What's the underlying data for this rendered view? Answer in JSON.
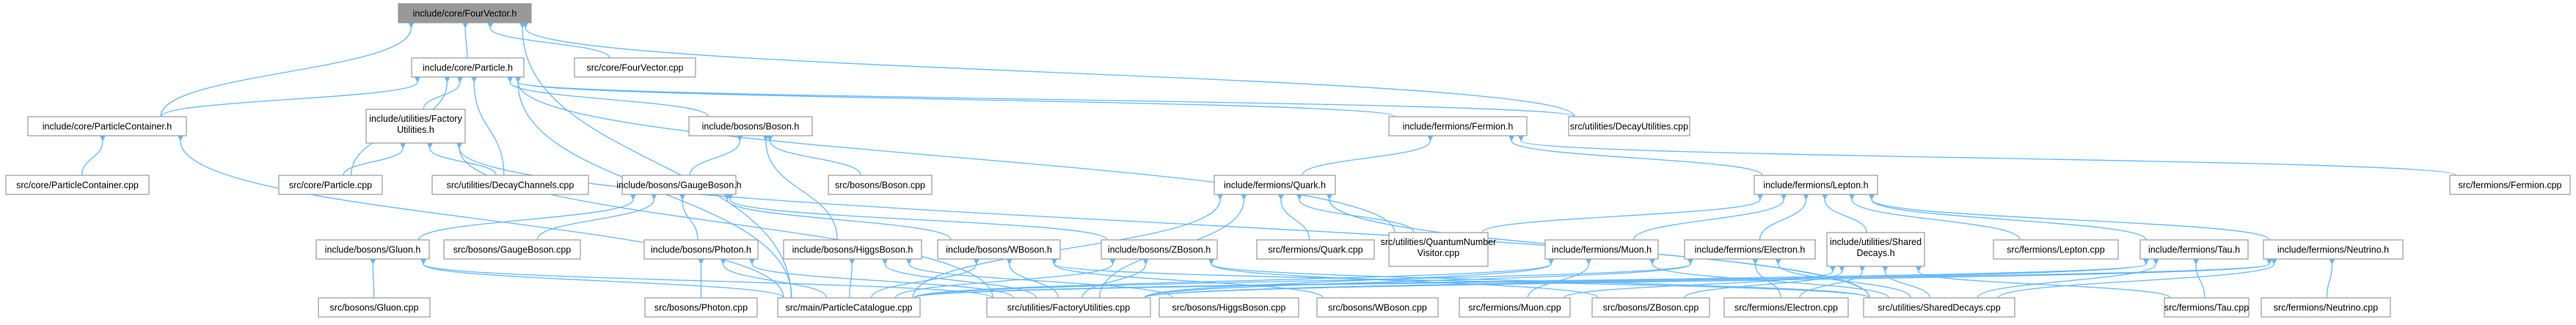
{
  "graph": {
    "kind": "include dependency graph",
    "root": "include/core/FourVector.h",
    "colors": {
      "edge": "#63B8FF",
      "node_border": "#999999",
      "node_fill": "#ffffff",
      "root_fill": "#999999",
      "text": "#000000"
    },
    "nodes": [
      {
        "id": "fourvector_h",
        "label": "include/core/FourVector.h",
        "root": true
      },
      {
        "id": "fourvector_cpp",
        "label": "src/core/FourVector.cpp"
      },
      {
        "id": "particle_h",
        "label": "include/core/Particle.h"
      },
      {
        "id": "container_h",
        "label": "include/core/ParticleContainer.h"
      },
      {
        "id": "container_cpp",
        "label": "src/core/ParticleContainer.cpp"
      },
      {
        "id": "factory_h",
        "label": "include/utilities/Factory Utilities.h"
      },
      {
        "id": "boson_h",
        "label": "include/bosons/Boson.h"
      },
      {
        "id": "fermion_h",
        "label": "include/fermions/Fermion.h"
      },
      {
        "id": "decayutil_cpp",
        "label": "src/utilities/DecayUtilities.cpp"
      },
      {
        "id": "particle_cpp",
        "label": "src/core/Particle.cpp"
      },
      {
        "id": "decaychannels_cpp",
        "label": "src/utilities/DecayChannels.cpp"
      },
      {
        "id": "gaugeboson_h",
        "label": "include/bosons/GaugeBoson.h"
      },
      {
        "id": "boson_cpp",
        "label": "src/bosons/Boson.cpp"
      },
      {
        "id": "quark_h",
        "label": "include/fermions/Quark.h"
      },
      {
        "id": "lepton_h",
        "label": "include/fermions/Lepton.h"
      },
      {
        "id": "fermion_cpp",
        "label": "src/fermions/Fermion.cpp"
      },
      {
        "id": "gluon_h",
        "label": "include/bosons/Gluon.h"
      },
      {
        "id": "gaugeboson_cpp",
        "label": "src/bosons/GaugeBoson.cpp"
      },
      {
        "id": "photon_h",
        "label": "include/bosons/Photon.h"
      },
      {
        "id": "higgs_h",
        "label": "include/bosons/HiggsBoson.h"
      },
      {
        "id": "wboson_h",
        "label": "include/bosons/WBoson.h"
      },
      {
        "id": "zboson_h",
        "label": "include/bosons/ZBoson.h"
      },
      {
        "id": "quark_cpp",
        "label": "src/fermions/Quark.cpp"
      },
      {
        "id": "qnv_cpp",
        "label": "src/utilities/QuantumNumber Visitor.cpp"
      },
      {
        "id": "muon_h",
        "label": "include/fermions/Muon.h"
      },
      {
        "id": "electron_h",
        "label": "include/fermions/Electron.h"
      },
      {
        "id": "shareddecays_h",
        "label": "include/utilities/Shared Decays.h"
      },
      {
        "id": "lepton_cpp",
        "label": "src/fermions/Lepton.cpp"
      },
      {
        "id": "tau_h",
        "label": "include/fermions/Tau.h"
      },
      {
        "id": "neutrino_h",
        "label": "include/fermions/Neutrino.h"
      },
      {
        "id": "gluon_cpp",
        "label": "src/bosons/Gluon.cpp"
      },
      {
        "id": "photon_cpp",
        "label": "src/bosons/Photon.cpp"
      },
      {
        "id": "catalogue_cpp",
        "label": "src/main/ParticleCatalogue.cpp"
      },
      {
        "id": "factory_cpp",
        "label": "src/utilities/FactoryUtilities.cpp"
      },
      {
        "id": "higgs_cpp",
        "label": "src/bosons/HiggsBoson.cpp"
      },
      {
        "id": "wboson_cpp",
        "label": "src/bosons/WBoson.cpp"
      },
      {
        "id": "muon_cpp",
        "label": "src/fermions/Muon.cpp"
      },
      {
        "id": "zboson_cpp",
        "label": "src/bosons/ZBoson.cpp"
      },
      {
        "id": "electron_cpp",
        "label": "src/fermions/Electron.cpp"
      },
      {
        "id": "shareddecays_cpp",
        "label": "src/utilities/SharedDecays.cpp"
      },
      {
        "id": "tau_cpp",
        "label": "src/fermions/Tau.cpp"
      },
      {
        "id": "neutrino_cpp",
        "label": "src/fermions/Neutrino.cpp"
      }
    ],
    "edges": [
      [
        "fourvector_h",
        "fourvector_cpp"
      ],
      [
        "fourvector_h",
        "particle_h"
      ],
      [
        "fourvector_h",
        "container_h"
      ],
      [
        "fourvector_h",
        "decayutil_cpp"
      ],
      [
        "fourvector_h",
        "catalogue_cpp"
      ],
      [
        "particle_h",
        "container_h"
      ],
      [
        "particle_h",
        "factory_h"
      ],
      [
        "particle_h",
        "boson_h"
      ],
      [
        "particle_h",
        "fermion_h"
      ],
      [
        "particle_h",
        "decayutil_cpp"
      ],
      [
        "particle_h",
        "particle_cpp"
      ],
      [
        "particle_h",
        "decaychannels_cpp"
      ],
      [
        "particle_h",
        "qnv_cpp"
      ],
      [
        "particle_h",
        "catalogue_cpp"
      ],
      [
        "container_h",
        "container_cpp"
      ],
      [
        "container_h",
        "catalogue_cpp"
      ],
      [
        "factory_h",
        "particle_cpp"
      ],
      [
        "factory_h",
        "decaychannels_cpp"
      ],
      [
        "factory_h",
        "factory_cpp"
      ],
      [
        "factory_h",
        "shareddecays_cpp"
      ],
      [
        "boson_h",
        "gaugeboson_h"
      ],
      [
        "boson_h",
        "boson_cpp"
      ],
      [
        "boson_h",
        "higgs_h"
      ],
      [
        "fermion_h",
        "quark_h"
      ],
      [
        "fermion_h",
        "lepton_h"
      ],
      [
        "fermion_h",
        "fermion_cpp"
      ],
      [
        "gaugeboson_h",
        "gluon_h"
      ],
      [
        "gaugeboson_h",
        "gaugeboson_cpp"
      ],
      [
        "gaugeboson_h",
        "photon_h"
      ],
      [
        "gaugeboson_h",
        "wboson_h"
      ],
      [
        "gaugeboson_h",
        "zboson_h"
      ],
      [
        "quark_h",
        "quark_cpp"
      ],
      [
        "quark_h",
        "qnv_cpp"
      ],
      [
        "quark_h",
        "catalogue_cpp"
      ],
      [
        "quark_h",
        "factory_cpp"
      ],
      [
        "quark_h",
        "shareddecays_cpp"
      ],
      [
        "lepton_h",
        "muon_h"
      ],
      [
        "lepton_h",
        "electron_h"
      ],
      [
        "lepton_h",
        "shareddecays_h"
      ],
      [
        "lepton_h",
        "lepton_cpp"
      ],
      [
        "lepton_h",
        "tau_h"
      ],
      [
        "lepton_h",
        "neutrino_h"
      ],
      [
        "lepton_h",
        "qnv_cpp"
      ],
      [
        "gluon_h",
        "gluon_cpp"
      ],
      [
        "gluon_h",
        "catalogue_cpp"
      ],
      [
        "gluon_h",
        "factory_cpp"
      ],
      [
        "photon_h",
        "photon_cpp"
      ],
      [
        "photon_h",
        "catalogue_cpp"
      ],
      [
        "photon_h",
        "factory_cpp"
      ],
      [
        "higgs_h",
        "higgs_cpp"
      ],
      [
        "higgs_h",
        "catalogue_cpp"
      ],
      [
        "higgs_h",
        "factory_cpp"
      ],
      [
        "wboson_h",
        "wboson_cpp"
      ],
      [
        "wboson_h",
        "catalogue_cpp"
      ],
      [
        "wboson_h",
        "factory_cpp"
      ],
      [
        "wboson_h",
        "shareddecays_cpp"
      ],
      [
        "zboson_h",
        "zboson_cpp"
      ],
      [
        "zboson_h",
        "catalogue_cpp"
      ],
      [
        "zboson_h",
        "factory_cpp"
      ],
      [
        "zboson_h",
        "shareddecays_cpp"
      ],
      [
        "muon_h",
        "muon_cpp"
      ],
      [
        "muon_h",
        "catalogue_cpp"
      ],
      [
        "muon_h",
        "factory_cpp"
      ],
      [
        "muon_h",
        "shareddecays_cpp"
      ],
      [
        "electron_h",
        "electron_cpp"
      ],
      [
        "electron_h",
        "catalogue_cpp"
      ],
      [
        "electron_h",
        "factory_cpp"
      ],
      [
        "electron_h",
        "shareddecays_cpp"
      ],
      [
        "shareddecays_h",
        "shareddecays_cpp"
      ],
      [
        "shareddecays_h",
        "electron_cpp"
      ],
      [
        "shareddecays_h",
        "muon_cpp"
      ],
      [
        "shareddecays_h",
        "tau_cpp"
      ],
      [
        "shareddecays_h",
        "zboson_cpp"
      ],
      [
        "tau_h",
        "tau_cpp"
      ],
      [
        "tau_h",
        "catalogue_cpp"
      ],
      [
        "tau_h",
        "factory_cpp"
      ],
      [
        "tau_h",
        "shareddecays_cpp"
      ],
      [
        "neutrino_h",
        "neutrino_cpp"
      ],
      [
        "neutrino_h",
        "catalogue_cpp"
      ],
      [
        "neutrino_h",
        "factory_cpp"
      ],
      [
        "neutrino_h",
        "shareddecays_cpp"
      ]
    ]
  }
}
